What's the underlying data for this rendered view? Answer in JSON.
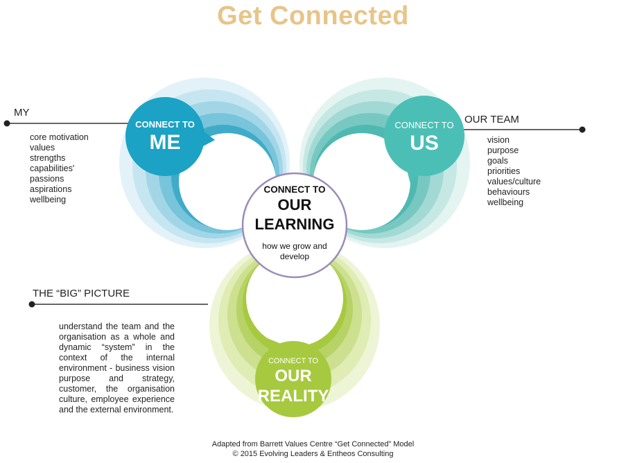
{
  "title": "Get Connected",
  "me": {
    "side_label": "MY",
    "connect": "CONNECT TO",
    "name": "ME",
    "items": [
      "core motivation",
      "values",
      "strengths",
      "capabilities'",
      "passions",
      "aspirations",
      "wellbeing"
    ]
  },
  "us": {
    "side_label": "OUR TEAM",
    "connect": "CONNECT TO",
    "name": "US",
    "items": [
      "vision",
      "purpose",
      "goals",
      "priorities",
      "values/culture",
      "behaviours",
      "wellbeing"
    ]
  },
  "learning": {
    "connect": "CONNECT TO",
    "name_line1": "OUR",
    "name_line2": "LEARNING",
    "sub": "how we grow and develop"
  },
  "reality": {
    "side_label": "THE “BIG” PICTURE",
    "connect": "CONNECT TO",
    "name_line1": "OUR",
    "name_line2": "REALITY",
    "description": "understand the team and the organisation as a whole and dynamic “system” in the context of the internal environment - business vision purpose and strategy, customer, the organisation culture, employee experience and the external environment."
  },
  "footer": {
    "line1": "Adapted from Barrett Values Centre “Get Connected” Model",
    "line2": "© 2015 Evolving Leaders & Entheos Consulting"
  },
  "colors": {
    "title": "#e8c488",
    "me": "#1ba2c4",
    "us": "#4bbfb6",
    "reality": "#a7c93f",
    "learning_ring": "#9b8bb8"
  }
}
